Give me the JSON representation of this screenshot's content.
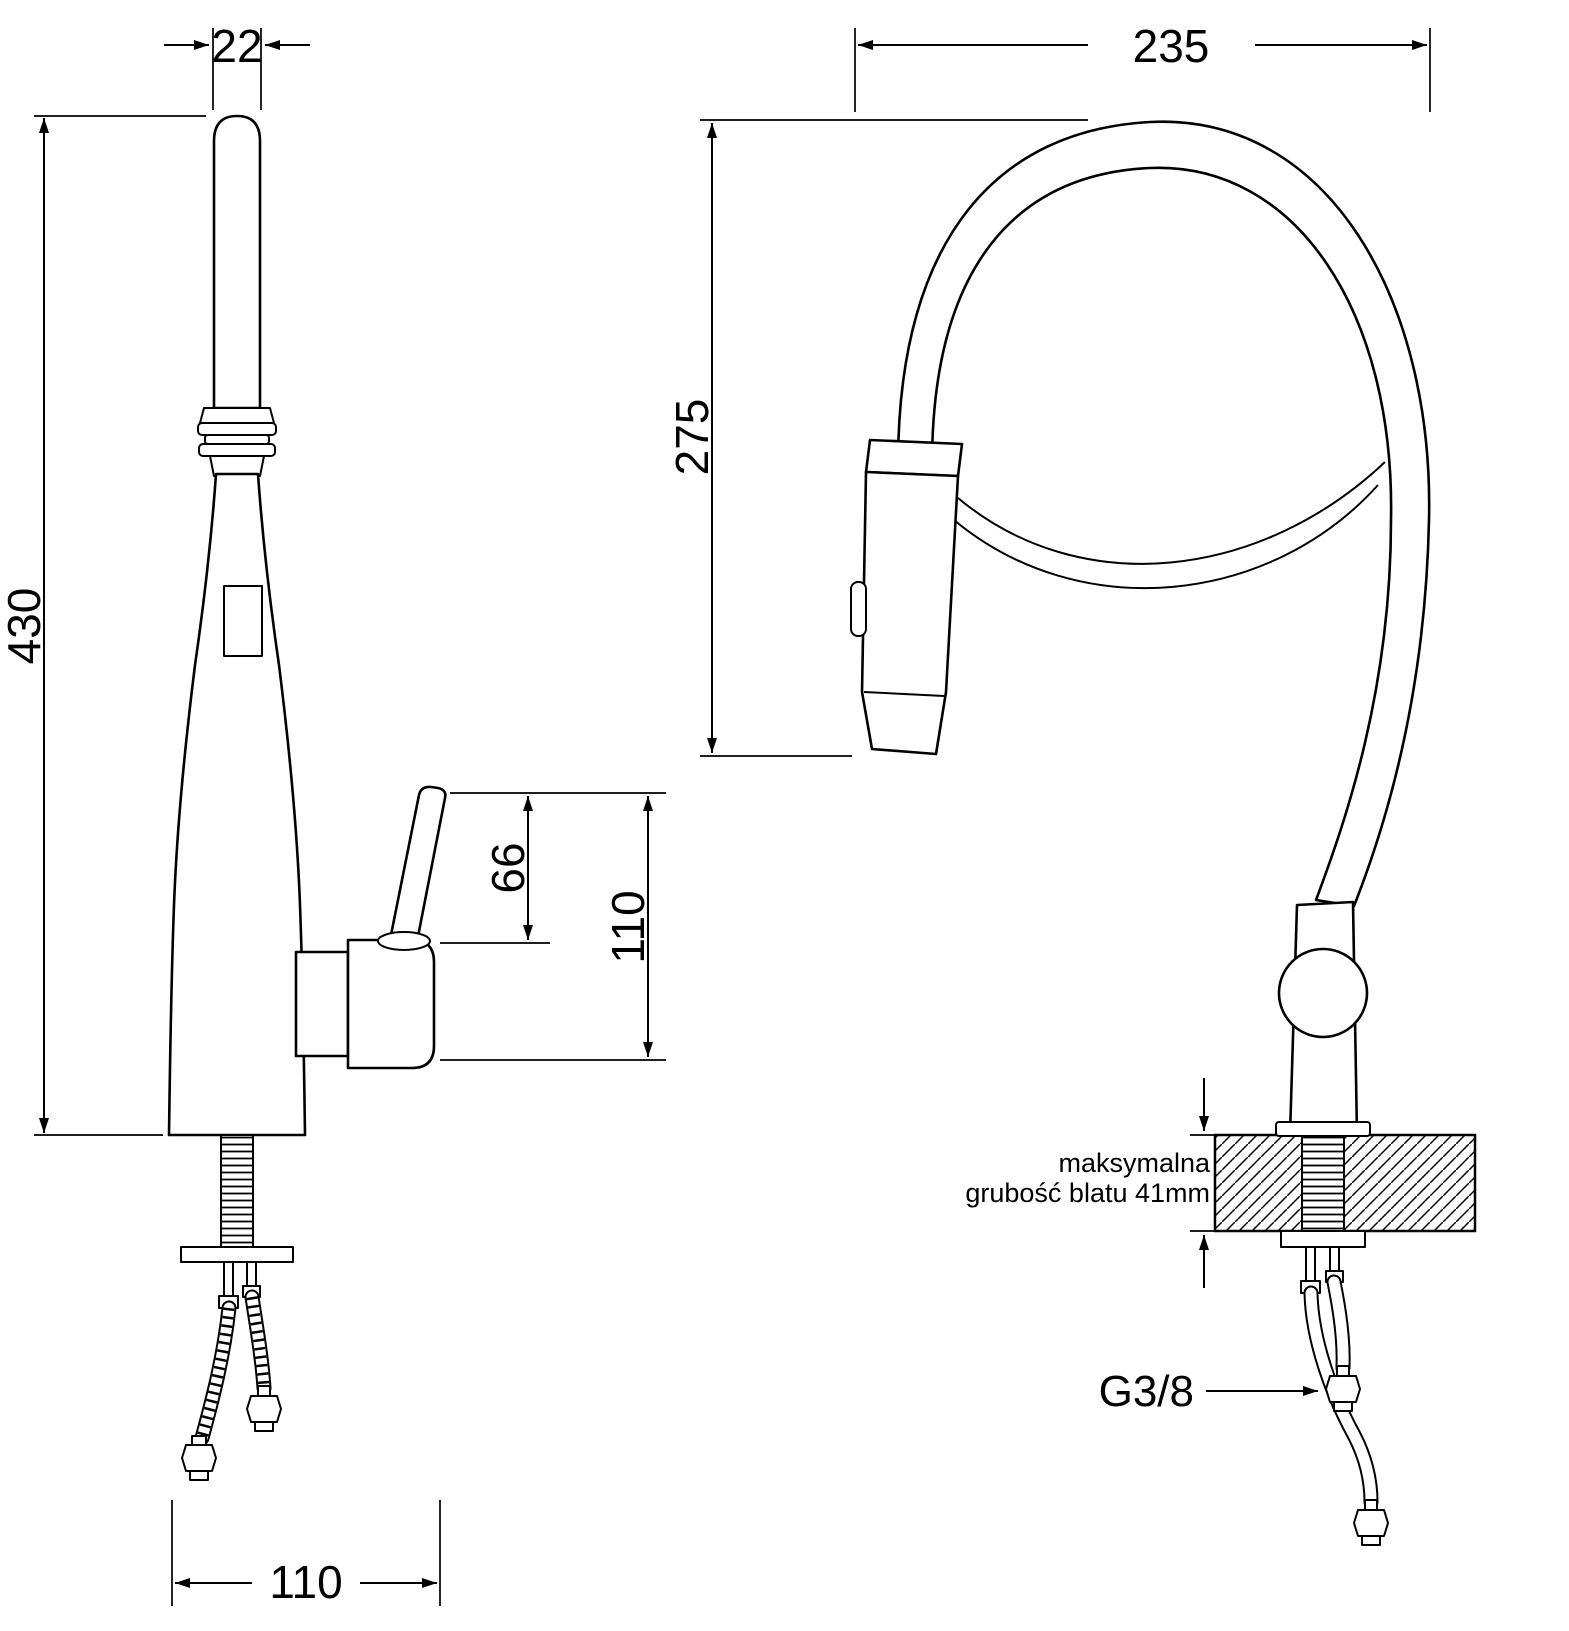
{
  "page": {
    "background": "#ffffff",
    "line_color": "#000000"
  },
  "left_view": {
    "dim_spout_width": "22",
    "dim_total_height": "430",
    "dim_lever_height": "66",
    "dim_handle_height": "110",
    "dim_base_depth": "110"
  },
  "right_view": {
    "dim_spout_reach": "235",
    "dim_spout_height": "275",
    "counter_note_line1": "maksymalna",
    "counter_note_line2": "grubość blatu 41mm",
    "thread_size": "G3/8"
  }
}
